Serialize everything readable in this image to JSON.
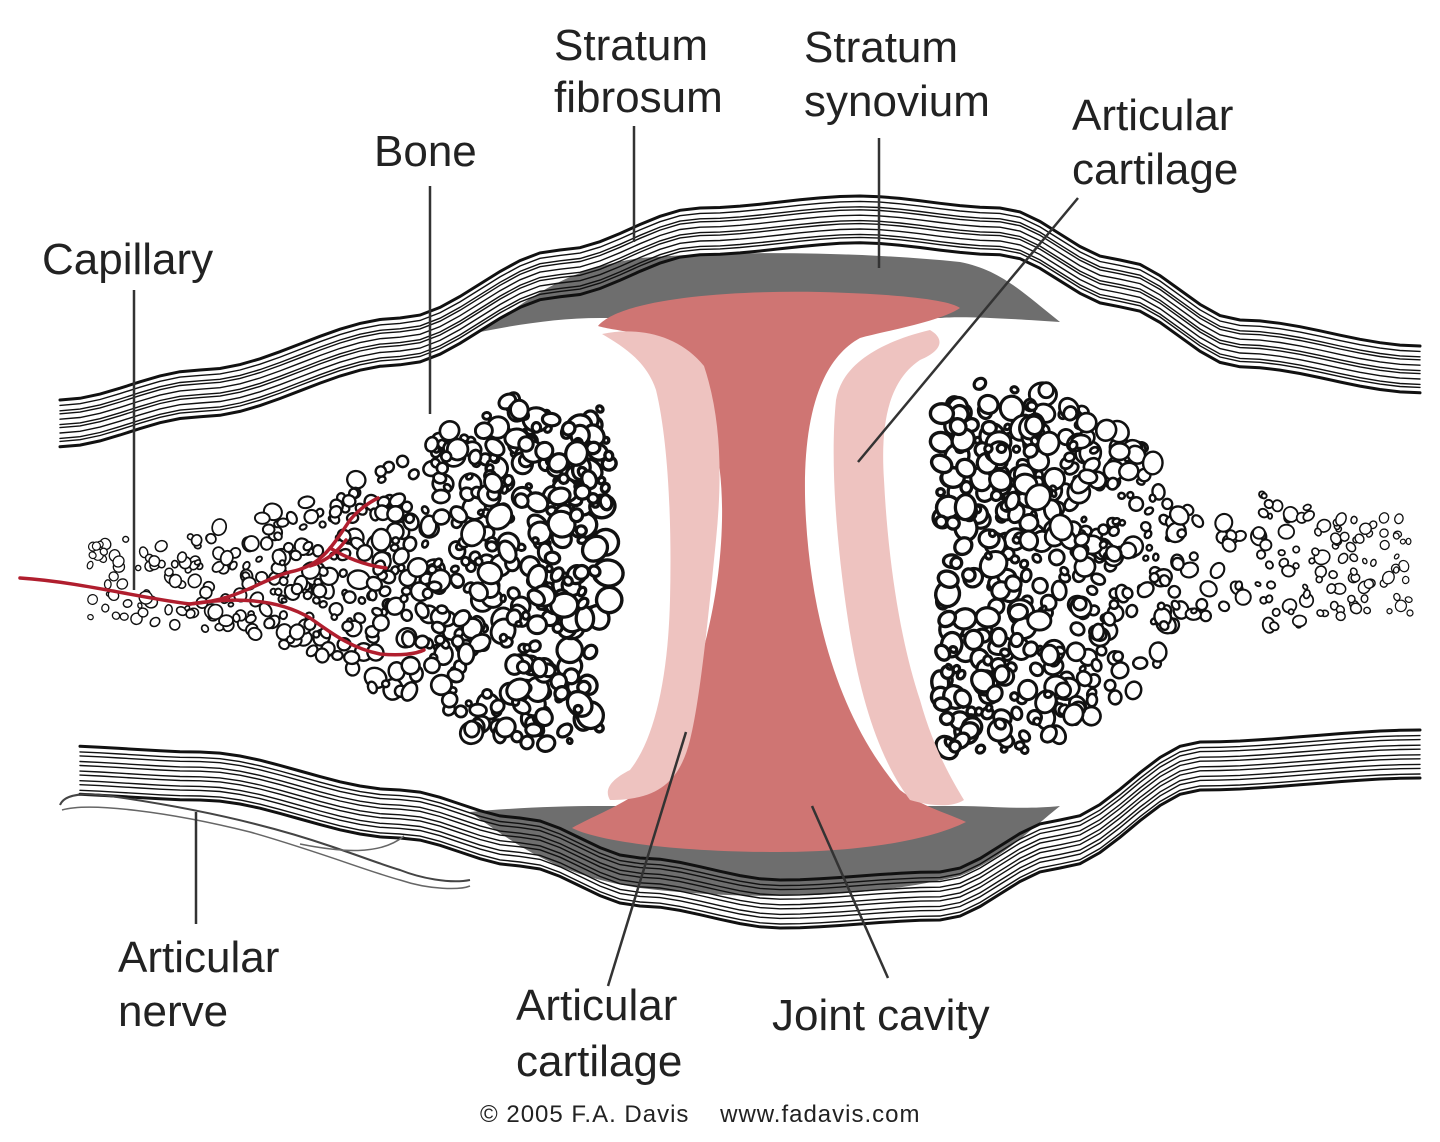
{
  "labels": {
    "stratum_fibrosum": [
      "Stratum",
      "fibrosum"
    ],
    "stratum_synovium": [
      "Stratum",
      "synovium"
    ],
    "articular_cartilage_top": [
      "Articular",
      "cartilage"
    ],
    "bone": "Bone",
    "capillary": "Capillary",
    "articular_nerve": [
      "Articular",
      "nerve"
    ],
    "articular_cartilage_bottom": [
      "Articular",
      "cartilage"
    ],
    "joint_cavity": "Joint cavity"
  },
  "copyright": "© 2005 F.A. Davis    www.fadavis.com",
  "colors": {
    "joint_cavity": "#cf7573",
    "cartilage": "#eec3c0",
    "synovium": "#6e6e6e",
    "capillary": "#b01e2e",
    "ink": "#111111"
  }
}
